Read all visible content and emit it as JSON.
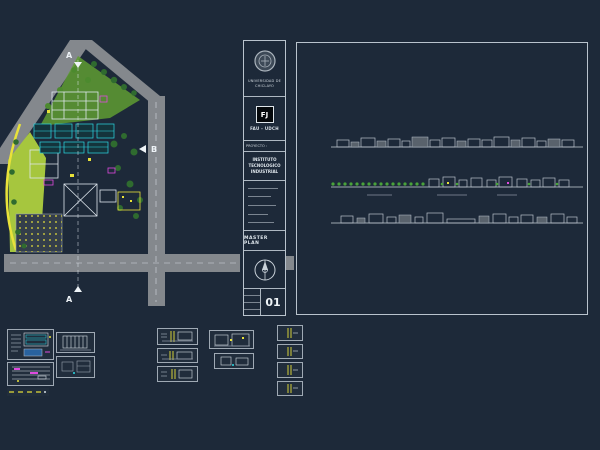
{
  "title_block": {
    "university": "UNIVERSIDAD DE CHICLAYO",
    "logo_text": "FJ",
    "faculty": "FAU - UDCH",
    "project_label": "PROYECTO :",
    "project_name": "INSTITUTO TECNOLOGICO INDUSTRIAL",
    "sheet_title": "MASTER PLAN",
    "sheet_number": "01"
  },
  "plan_markers": {
    "top": "A",
    "right": "B",
    "bottom": "A"
  },
  "colors": {
    "background": "#1d2939",
    "road": "#84888d",
    "line": "#d5dde4",
    "grass": "#5f9c33",
    "grass_dark": "#2f6b2f",
    "lime": "#a6c63e",
    "yellow": "#e9e23a",
    "cyan": "#2bd9e4",
    "magenta": "#de4ade",
    "blue": "#2b6cb0",
    "panel_border": "#b9c3cd"
  }
}
